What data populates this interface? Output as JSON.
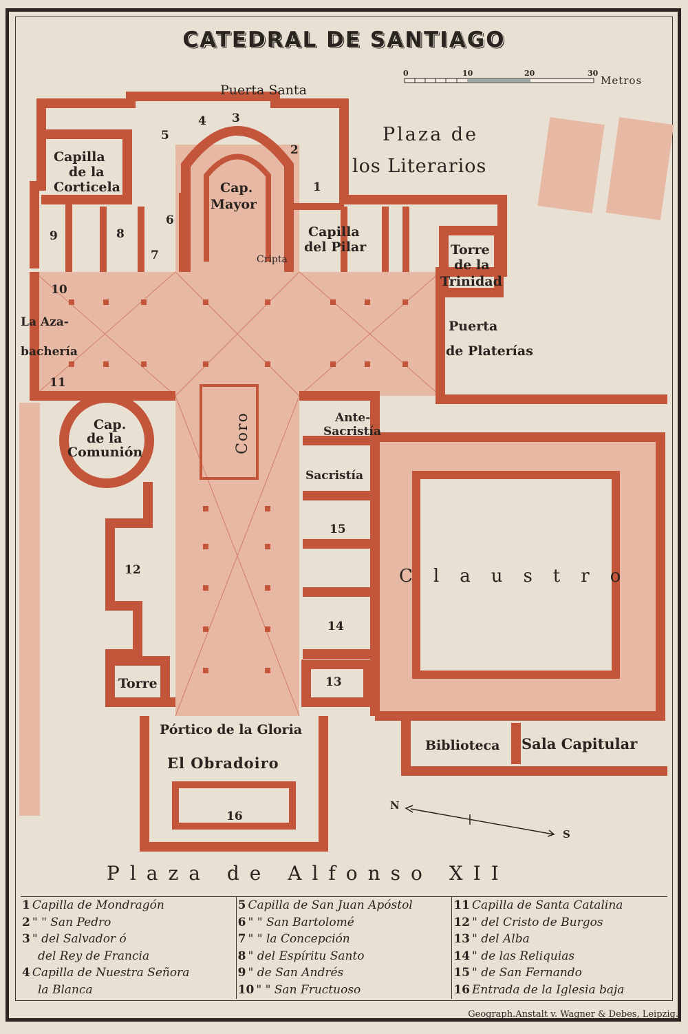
{
  "title": "CATEDRAL DE SANTIAGO",
  "scale": {
    "ticks": [
      "0",
      "10",
      "20",
      "30"
    ],
    "unit": "Metros"
  },
  "colors": {
    "paper": "#e9e0d4",
    "walls": "#c2553a",
    "vaults": "#e7b9a5",
    "ink": "#2a2420"
  },
  "plazas": {
    "literarios_1": "Plaza de",
    "literarios_2": "los Literarios",
    "alfonso": "Plaza de Alfonso XII"
  },
  "labels": {
    "puerta_santa": "Puerta Santa",
    "corticela_1": "Capilla",
    "corticela_2": "de la",
    "corticela_3": "Corticela",
    "cap_mayor_1": "Cap.",
    "cap_mayor_2": "Mayor",
    "pilar_1": "Capilla",
    "pilar_2": "del Pilar",
    "cripta": "Cripta",
    "trinidad_1": "Torre",
    "trinidad_2": "de la",
    "trinidad_3": "Trinidad",
    "platerias_1": "Puerta",
    "platerias_2": "de Platerías",
    "azabacheria_1": "La Aza-",
    "azabacheria_2": "bachería",
    "comunion_1": "Cap.",
    "comunion_2": "de la",
    "comunion_3": "Comunión",
    "coro": "Coro",
    "antesacristia_1": "Ante-",
    "antesacristia_2": "Sacristía",
    "sacristia": "Sacristía",
    "claustro": "Claustro",
    "torre": "Torre",
    "portico": "Pórtico de la Gloria",
    "obradoiro": "El Obradoiro",
    "biblioteca": "Biblioteca",
    "sala_capitular": "Sala Capitular"
  },
  "numbers": [
    "1",
    "2",
    "3",
    "4",
    "5",
    "6",
    "7",
    "8",
    "9",
    "10",
    "11",
    "12",
    "13",
    "14",
    "15",
    "16"
  ],
  "compass": {
    "north": "N",
    "south": "S"
  },
  "legend": [
    [
      {
        "num": "1",
        "text": "Capilla de Mondragón"
      },
      {
        "num": "2",
        "text": "\"     \" San Pedro"
      },
      {
        "num": "3",
        "text": "\"   del Salvador ó"
      },
      {
        "num": "",
        "text": "del Rey de Francia"
      },
      {
        "num": "4",
        "text": "Capilla de Nuestra Señora"
      },
      {
        "num": "",
        "text": "la Blanca"
      }
    ],
    [
      {
        "num": "5",
        "text": "Capilla de San Juan Apóstol"
      },
      {
        "num": "6",
        "text": "\"     \" San Bartolomé"
      },
      {
        "num": "7",
        "text": "\"     \" la Concepción"
      },
      {
        "num": "8",
        "text": "\"   del Espíritu Santo"
      },
      {
        "num": "9",
        "text": "\"   de San Andrés"
      },
      {
        "num": "10",
        "text": "\"     \" San Fructuoso"
      }
    ],
    [
      {
        "num": "11",
        "text": "Capilla de Santa Catalina"
      },
      {
        "num": "12",
        "text": "\"   del Cristo de Burgos"
      },
      {
        "num": "13",
        "text": "\"   del Alba"
      },
      {
        "num": "14",
        "text": "\"   de las Reliquias"
      },
      {
        "num": "15",
        "text": "\"   de San Fernando"
      },
      {
        "num": "16",
        "text": "Entrada de la Iglesia baja"
      }
    ]
  ],
  "credit": "Geograph.Anstalt v. Wagner & Debes, Leipzig."
}
